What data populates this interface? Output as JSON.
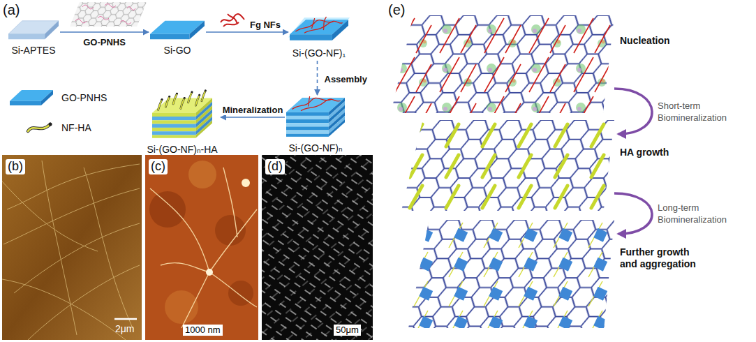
{
  "diagram": {
    "nodes": [
      {
        "text": [
          "Si-APTES"
        ]
      },
      {
        "text": [
          "Si-GO"
        ]
      },
      {
        "text": [
          "Si-(GO-NF)₁"
        ]
      },
      {
        "text": [
          "Si-(GO-NF)ₙ"
        ]
      },
      {
        "text": [
          "Si-(GO-NF)ₙ-HA"
        ]
      },
      {
        "text": [
          "Nucleation"
        ]
      },
      {
        "text": [
          "HA growth"
        ]
      },
      {
        "text": [
          "Further growth and aggregation"
        ]
      }
    ],
    "edges": [
      {
        "from": 0,
        "to": 1,
        "label": "GO-PNHS",
        "arrow": "to"
      },
      {
        "from": 1,
        "to": 2,
        "label": "Fg NFs",
        "arrow": "to"
      },
      {
        "from": 2,
        "to": 3,
        "label": "Assembly",
        "arrow": "to"
      },
      {
        "from": 3,
        "to": 4,
        "label": "Mineralization",
        "arrow": "to"
      },
      {
        "from": 5,
        "to": 6,
        "label": "Short-term Biomineralization",
        "arrow": "to"
      },
      {
        "from": 6,
        "to": 7,
        "label": "Long-term Biomineralization",
        "arrow": "to"
      }
    ],
    "labels": [
      "(a)",
      "(b)",
      "(c)",
      "(d)",
      "(e)",
      "2μm",
      "1000 nm",
      "50μm"
    ],
    "legend": [
      {
        "text": "GO-PNHS",
        "color": "#45b0ee"
      },
      {
        "text": "NF-HA"
      }
    ]
  }
}
